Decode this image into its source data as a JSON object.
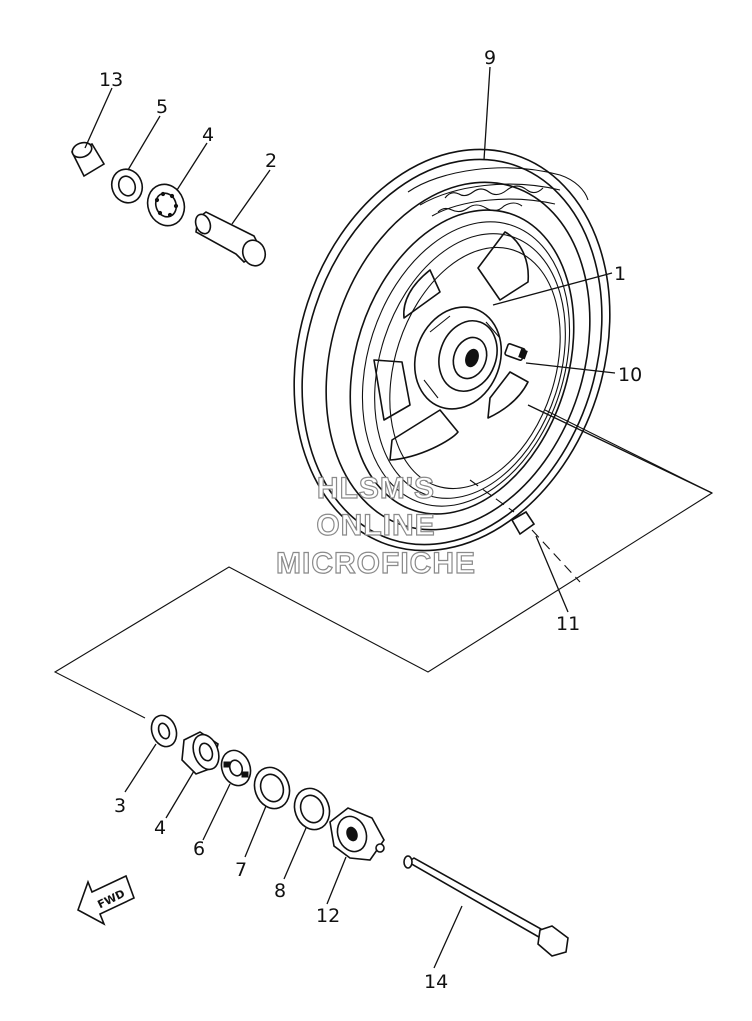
{
  "parts": [
    {
      "id": "p1",
      "label": "1"
    },
    {
      "id": "p2",
      "label": "2"
    },
    {
      "id": "p3",
      "label": "3"
    },
    {
      "id": "p4a",
      "label": "4"
    },
    {
      "id": "p4b",
      "label": "4"
    },
    {
      "id": "p5",
      "label": "5"
    },
    {
      "id": "p6",
      "label": "6"
    },
    {
      "id": "p7",
      "label": "7"
    },
    {
      "id": "p8",
      "label": "8"
    },
    {
      "id": "p9",
      "label": "9"
    },
    {
      "id": "p10",
      "label": "10"
    },
    {
      "id": "p11",
      "label": "11"
    },
    {
      "id": "p12",
      "label": "12"
    },
    {
      "id": "p13",
      "label": "13"
    },
    {
      "id": "p14",
      "label": "14"
    }
  ],
  "watermark": {
    "line1": "HLSM'S",
    "line2": "ONLINE",
    "line3": "MICROFICHE"
  },
  "direction_arrow": {
    "label": "FWD",
    "icon": "fwd-arrow-icon"
  },
  "colors": {
    "ink": "#111111",
    "background": "#ffffff",
    "watermark_stroke": "#8a8a8a"
  }
}
